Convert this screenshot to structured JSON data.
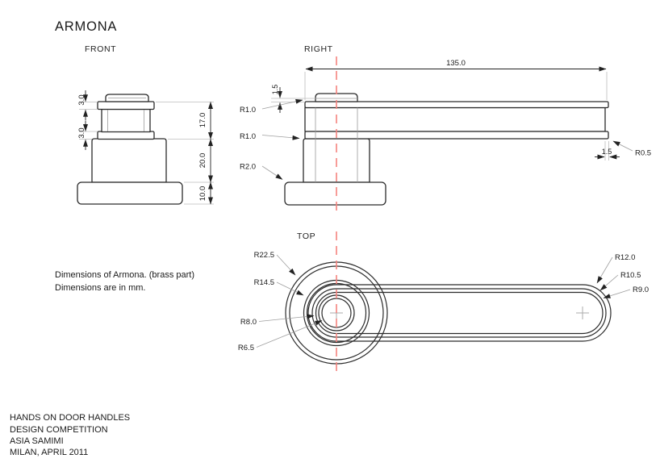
{
  "title": "ARMONA",
  "notes": {
    "line1": "Dimensions of Armona. (brass part)",
    "line2": "Dimensions are in mm."
  },
  "credits": {
    "line1": "HANDS ON DOOR HANDLES",
    "line2": "DESIGN COMPETITION",
    "line3": "ASIA SAMIMI",
    "line4": "MILAN, APRIL 2011"
  },
  "views": {
    "front": {
      "label": "FRONT",
      "dims": {
        "flange_top": "3.0",
        "flange_bottom": "3.0",
        "upper_height": "17.0",
        "mid_height": "20.0",
        "base_height": "10.0"
      }
    },
    "right": {
      "label": "RIGHT",
      "dims": {
        "length": "135.0",
        "lip": "1.5",
        "tip": "1.5",
        "r_top": "R1.0",
        "r_neck": "R1.0",
        "r_base": "R2.0",
        "r_tip": "R0.5"
      }
    },
    "top": {
      "label": "TOP",
      "dims": {
        "rose_outer": "R22.5",
        "rose_inner": "R14.5",
        "bore_outer": "R8.0",
        "bore_inner": "R6.5",
        "grip_outer": "R12.0",
        "grip_mid": "R10.5",
        "grip_inner": "R9.0"
      }
    }
  },
  "colors": {
    "outline": "#2b2b2b",
    "extension": "#bcbcbc",
    "centerline": "#f5837e",
    "text": "#1a1a1a",
    "background": "#ffffff"
  }
}
